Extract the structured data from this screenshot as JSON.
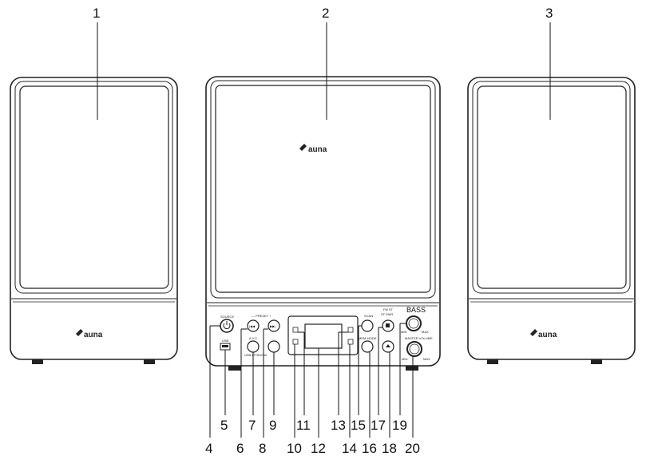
{
  "callouts_top": [
    "1",
    "2",
    "3"
  ],
  "callouts_bottom": [
    "4",
    "5",
    "6",
    "7",
    "8",
    "9",
    "10",
    "11",
    "12",
    "13",
    "14",
    "15",
    "16",
    "17",
    "18",
    "19",
    "20"
  ],
  "brand": "auna",
  "panel_labels": {
    "source": "SOURCE",
    "usb": "USB",
    "preset": "— PRESET +",
    "aux": "A.V.C",
    "usb_show": "USB-FF/SHOW",
    "scan": "SCAN",
    "fm_st": "FM ST",
    "st_pair": "ST PAIR",
    "bass": "BASS",
    "mem_mode": "MEM MODE",
    "min": "MIN",
    "max": "MAX",
    "master_volume": "MASTER VOLUME"
  },
  "colors": {
    "line": "#222222",
    "fill": "#ffffff",
    "display": "#333333"
  }
}
